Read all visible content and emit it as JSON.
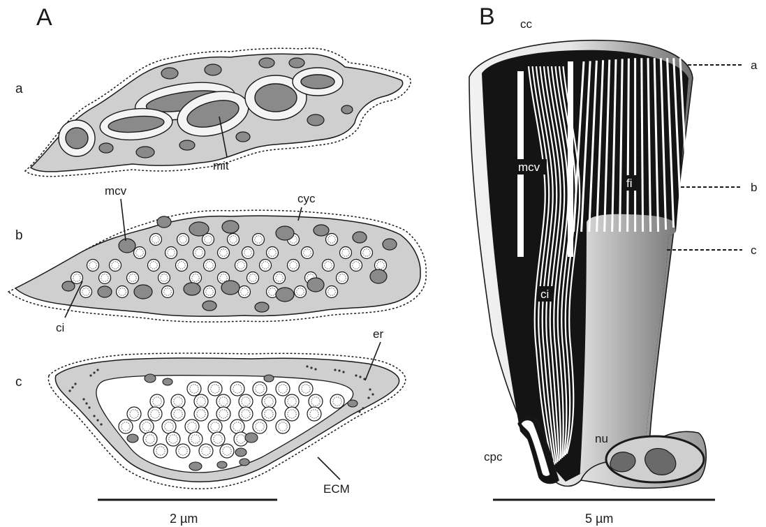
{
  "panel_a": {
    "letter": "A",
    "sections": {
      "a": "a",
      "b": "b",
      "c": "c"
    },
    "labels": {
      "mit": "mit",
      "mcv": "mcv",
      "cyc": "cyc",
      "ci": "ci",
      "er": "er",
      "ecm": "ECM"
    },
    "scale_bar": "2 µm"
  },
  "panel_b": {
    "letter": "B",
    "labels": {
      "cc": "cc",
      "mcv": "mcv",
      "fi": "fi",
      "ci": "ci",
      "cpc": "cpc",
      "nu": "nu"
    },
    "levels": {
      "a": "a",
      "b": "b",
      "c": "c"
    },
    "scale_bar": "5 µm"
  },
  "colors": {
    "cytoplasm": "#cfcfcf",
    "dark_organelle": "#8a8a8a",
    "black": "#141414",
    "stroke": "#1a1a1a"
  }
}
